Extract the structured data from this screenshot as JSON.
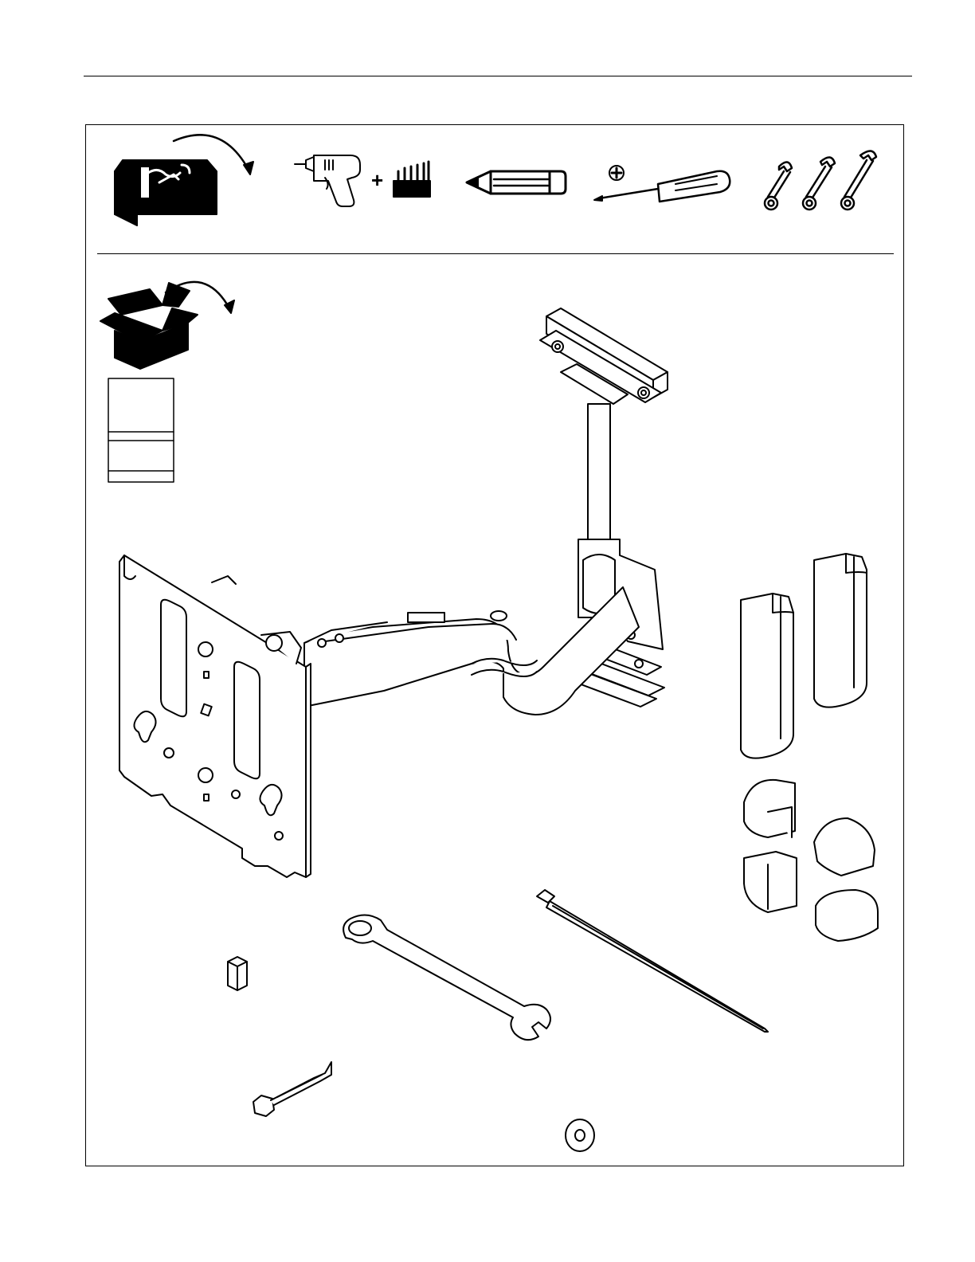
{
  "page": {
    "header_rule": true
  },
  "tools": {
    "title": "",
    "items": [
      {
        "name": "toolbox-icon",
        "label": ""
      },
      {
        "name": "drill-icon",
        "label": ""
      },
      {
        "name": "plus-sign",
        "label": "+"
      },
      {
        "name": "drill-bits-icon",
        "label": ""
      },
      {
        "name": "pencil-icon",
        "label": ""
      },
      {
        "name": "phillips-screwdriver-icon",
        "label": ""
      },
      {
        "name": "wrenches-icon",
        "label": ""
      }
    ]
  },
  "parts": {
    "title": "",
    "items": [
      {
        "name": "open-box-icon"
      },
      {
        "name": "instruction-sheet"
      },
      {
        "name": "ceiling-mount-arm-assembly"
      },
      {
        "name": "column-covers"
      },
      {
        "name": "end-caps"
      },
      {
        "name": "cable-tie"
      },
      {
        "name": "wrench"
      },
      {
        "name": "hex-spacer"
      },
      {
        "name": "lag-bolt"
      },
      {
        "name": "washer"
      }
    ]
  },
  "colors": {
    "line": "#000000",
    "background": "#ffffff"
  }
}
